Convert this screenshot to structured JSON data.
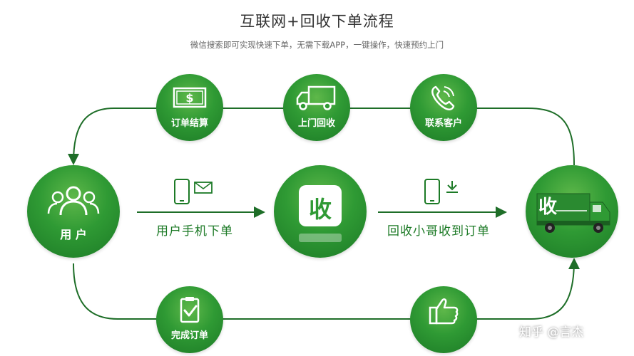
{
  "header": {
    "title": "互联网+回收下单流程",
    "subtitle": "微信搜索即可实现快速下单，无需下载APP，一键操作，快速预约上门"
  },
  "nodes": {
    "user": "用 户",
    "settle": "订单结算",
    "pickup": "上门回收",
    "contact": "联系客户",
    "complete": "完成订单"
  },
  "logo": {
    "glyph": "收"
  },
  "truck": {
    "glyph": "收"
  },
  "flows": {
    "left": "用户手机下单",
    "right": "回收小哥收到订单"
  },
  "watermark": "知乎 @言杰",
  "colors": {
    "primary": "#2f9a34",
    "dark": "#1c7a26",
    "line": "#1e6e28"
  },
  "icons": [
    "money-icon",
    "truck-icon",
    "phone-icon",
    "users-icon",
    "clipboard-check-icon",
    "thumbs-up-icon",
    "mobile-message-icon",
    "mobile-download-icon"
  ]
}
